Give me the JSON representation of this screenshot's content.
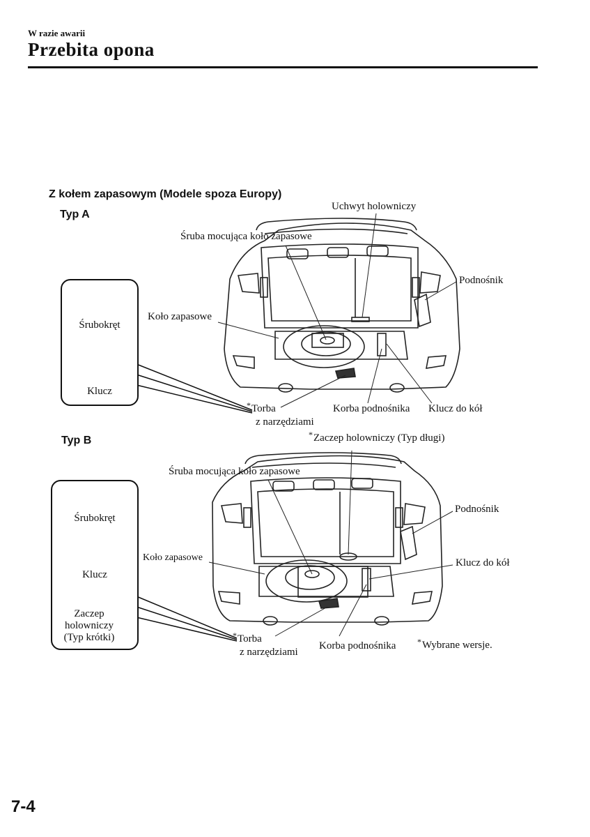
{
  "header": {
    "section": "W razie awarii",
    "title": "Przebita opona"
  },
  "figure": {
    "heading": "Z kołem zapasowym (Modele spoza Europy)",
    "type_a": {
      "label": "Typ A",
      "tools": {
        "screwdriver": "Śrubokręt",
        "wrench": "Klucz"
      },
      "callouts": {
        "tow_hook": "Uchwyt holowniczy",
        "spare_bolt": "Śruba mocująca koło zapasowe",
        "jack": "Podnośnik",
        "spare_wheel": "Koło zapasowe",
        "tool_bag_line1": "Torba",
        "tool_bag_line2": "z narzędziami",
        "jack_handle": "Korba podnośnika",
        "lug_wrench": "Klucz do kół"
      }
    },
    "type_b": {
      "label": "Typ B",
      "tools": {
        "screwdriver": "Śrubokręt",
        "wrench": "Klucz",
        "tow_hook_short_line1": "Zaczep",
        "tow_hook_short_line2": "holowniczy",
        "tow_hook_short_line3": "(Typ krótki)"
      },
      "callouts": {
        "tow_hook_long": "Zaczep holowniczy (Typ długi)",
        "spare_bolt": "Śruba mocująca koło zapasowe",
        "jack": "Podnośnik",
        "spare_wheel": "Koło zapasowe",
        "lug_wrench": "Klucz do kół",
        "tool_bag_line1": "Torba",
        "tool_bag_line2": "z narzędziami",
        "jack_handle": "Korba podnośnika",
        "optional_note": "Wybrane wersje."
      }
    },
    "asterisk": "*"
  },
  "footer": {
    "page_number": "7-4"
  }
}
